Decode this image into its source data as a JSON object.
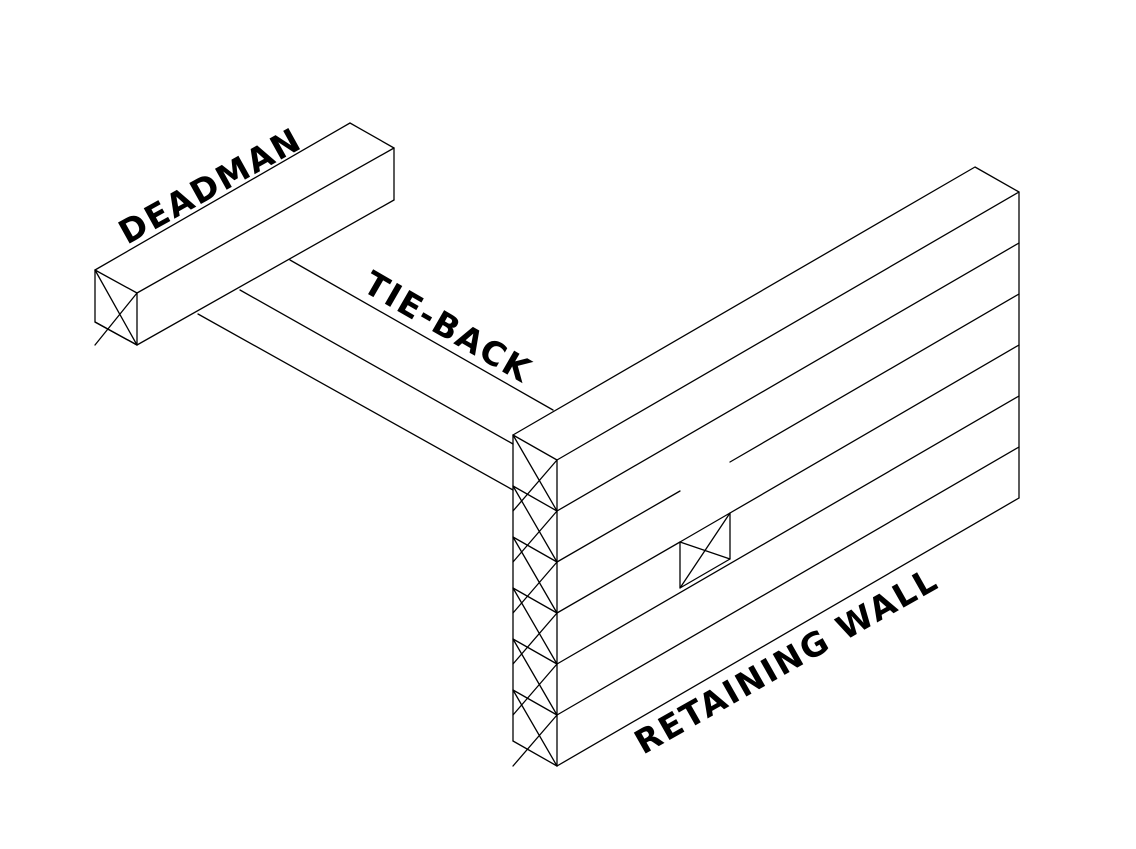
{
  "labels": {
    "deadman": "DEADMAN",
    "tie_back": "TIE-BACK",
    "retaining_wall": "RETAINING WALL"
  },
  "colors": {
    "line": "#000000",
    "background": "#ffffff"
  }
}
